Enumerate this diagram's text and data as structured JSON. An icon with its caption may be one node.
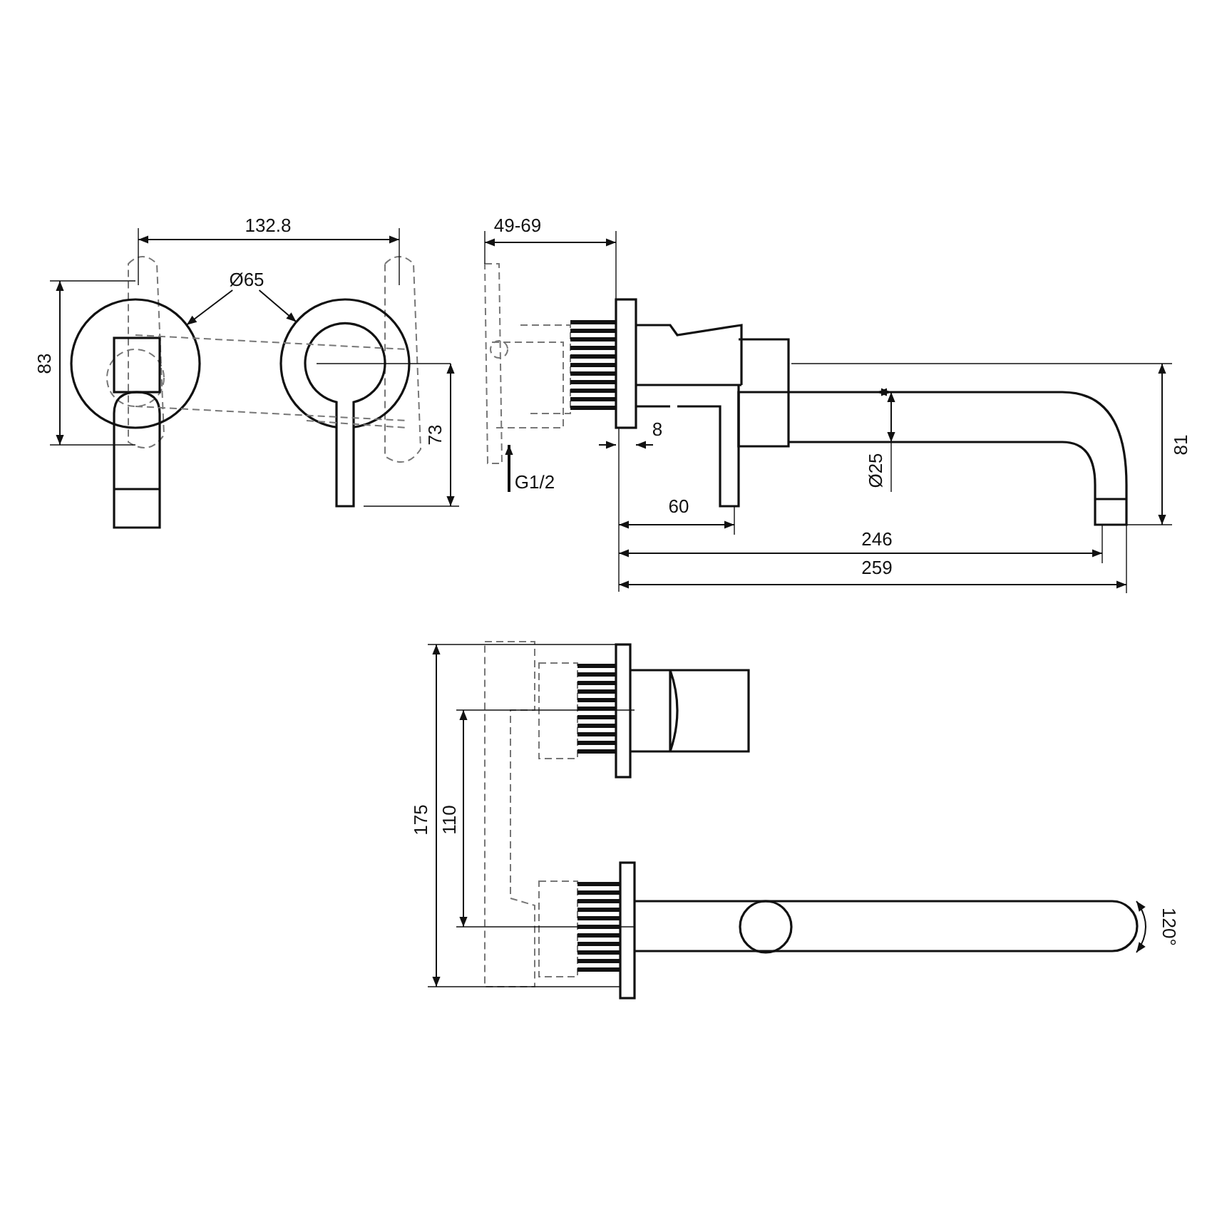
{
  "diagram": {
    "nodes": [
      {
        "text": [
          "Ø65"
        ]
      },
      {
        "text": [],
        "shape": "circle"
      },
      {
        "text": [],
        "shape": "circle"
      }
    ],
    "edges": [
      {
        "from": 0,
        "to": 1,
        "arrow": "to"
      },
      {
        "from": 0,
        "to": 2,
        "arrow": "to"
      }
    ],
    "labels": [
      "132.8",
      "49-69",
      "83",
      "73",
      "8",
      "G1/2",
      "Ø25",
      "81",
      "60",
      "246",
      "259",
      "175",
      "110",
      "120°"
    ]
  }
}
